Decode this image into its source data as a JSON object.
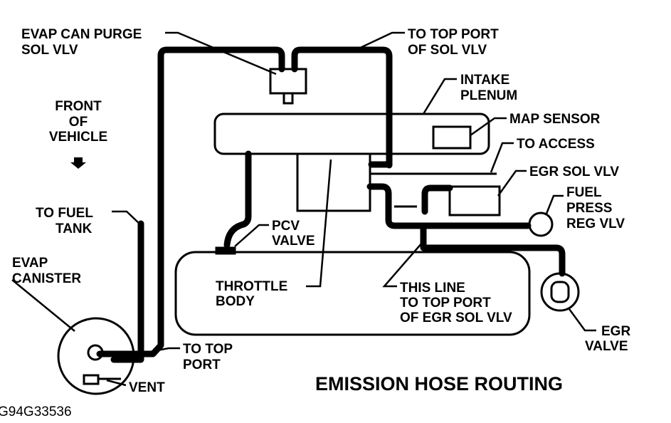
{
  "title": "EMISSION HOSE ROUTING",
  "figure_code": "G94G33536",
  "labels": {
    "evap_purge_1": "EVAP CAN PURGE",
    "evap_purge_2": "SOL VLV",
    "top_port_sol_1": "TO TOP PORT",
    "top_port_sol_2": "OF SOL VLV",
    "intake_1": "INTAKE",
    "intake_2": "PLENUM",
    "map_sensor": "MAP SENSOR",
    "to_access": "TO ACCESS",
    "egr_sol_vlv": "EGR SOL VLV",
    "fuel_1": "FUEL",
    "fuel_2": "PRESS",
    "fuel_3": "REG VLV",
    "front_1": "FRONT",
    "front_2": "OF",
    "front_3": "VEHICLE",
    "fuel_tank_1": "TO FUEL",
    "fuel_tank_2": "TANK",
    "canister_1": "EVAP",
    "canister_2": "CANISTER",
    "pcv_1": "PCV",
    "pcv_2": "VALVE",
    "throttle_1": "THROTTLE",
    "throttle_2": "BODY",
    "this_line_1": "THIS LINE",
    "this_line_2": "TO TOP PORT",
    "this_line_3": "OF EGR SOL VLV",
    "egr_valve_1": "EGR",
    "egr_valve_2": "VALVE",
    "top_port_1": "TO TOP",
    "top_port_2": "PORT",
    "vent": "VENT"
  }
}
